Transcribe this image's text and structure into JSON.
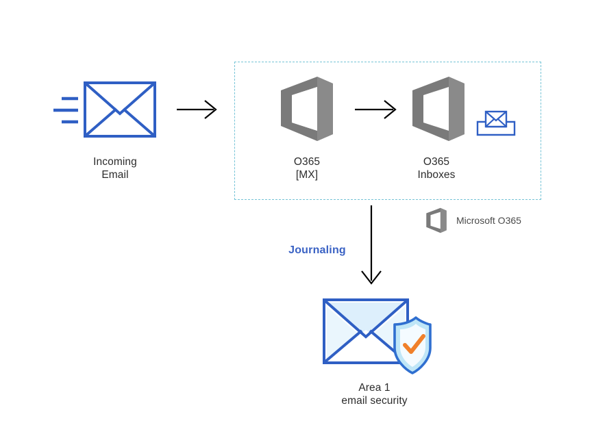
{
  "diagram": {
    "title": "Email routing and journaling flow",
    "background": "#ffffff"
  },
  "colors": {
    "envelope_blue": "#2f5fc4",
    "envelope_fill_light": "#d9ecfb",
    "office_gray": "#7a7a7a",
    "dashed_teal": "#74c3d6",
    "journaling_blue": "#3a62c4",
    "arrow_black": "#000000",
    "check_orange": "#f0802a",
    "shield_blue": "#2f6fd0",
    "shield_band": "#bfe6f7",
    "text_dark": "#2b2b2b",
    "legend_gray": "#4a4a4a"
  },
  "nodes": {
    "incoming_email": {
      "label": "Incoming\nEmail",
      "icon": "envelope-with-motion-lines-icon"
    },
    "o365_mx": {
      "label": "O365\n[MX]",
      "icon": "office-365-icon"
    },
    "o365_inboxes": {
      "label": "O365\nInboxes",
      "icon": "office-365-icon",
      "badge_icon": "inbox-tray-envelope-icon"
    },
    "area1": {
      "label": "Area 1\nemail security",
      "icon": "envelope-shield-check-icon"
    }
  },
  "edges": {
    "incoming_to_mx": {
      "label": "",
      "icon": "arrow-right-icon"
    },
    "mx_to_inboxes": {
      "label": "",
      "icon": "arrow-right-icon"
    },
    "inboxes_to_area1": {
      "label": "Journaling",
      "icon": "arrow-down-icon"
    }
  },
  "zone": {
    "name": "microsoft-o365-boundary",
    "style": "dashed"
  },
  "legend": {
    "items": [
      {
        "label": "Microsoft O365",
        "icon": "office-365-icon"
      }
    ]
  }
}
